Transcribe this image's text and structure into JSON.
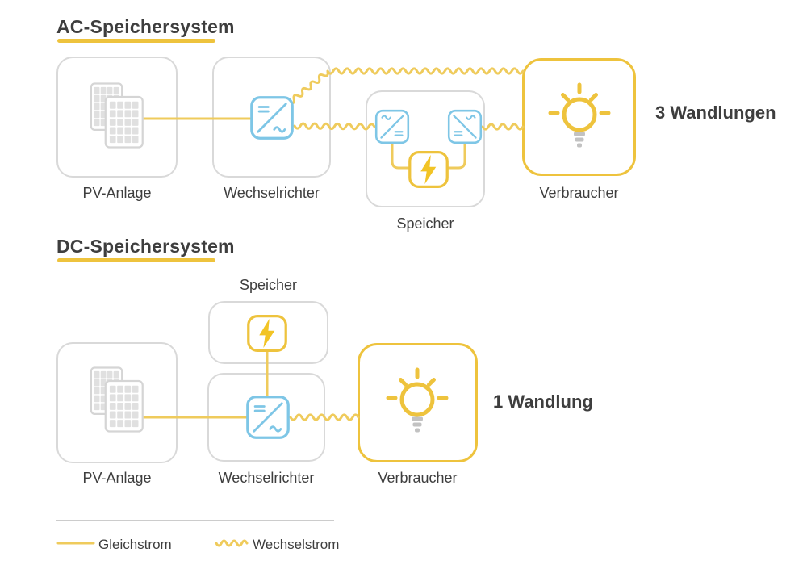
{
  "palette": {
    "accent_yellow": "#EEC33D",
    "wire_yellow": "#EFCB5C",
    "bolt_yellow": "#F2C425",
    "blue": "#7EC6E6",
    "box_border_gray": "#D9D9D9",
    "icon_gray": "#D5D5D5",
    "cell_gray": "#E0E0E0",
    "base_gray": "#C2C2C2",
    "divider_gray": "#CCCCCC",
    "text_dark": "#3E3E3E"
  },
  "sections": {
    "ac": {
      "title": "AC-Speichersystem",
      "annotation": "3 Wandlungen",
      "nodes": {
        "pv": "PV-Anlage",
        "inverter": "Wechselrichter",
        "storage": "Speicher",
        "consumer": "Verbraucher"
      }
    },
    "dc": {
      "title": "DC-Speichersystem",
      "annotation": "1 Wandlung",
      "nodes": {
        "pv": "PV-Anlage",
        "inverter": "Wechselrichter",
        "storage": "Speicher",
        "consumer": "Verbraucher"
      }
    }
  },
  "legend": {
    "dc_label": "Gleichstrom",
    "ac_label": "Wechselstrom"
  },
  "icons": {
    "pv": "solar-panel-icon",
    "inverter": "inverter-icon",
    "storage": "battery-lightning-icon",
    "consumer": "light-bulb-icon",
    "legend_dc": "straight-line-icon",
    "legend_ac": "wavy-line-icon"
  }
}
